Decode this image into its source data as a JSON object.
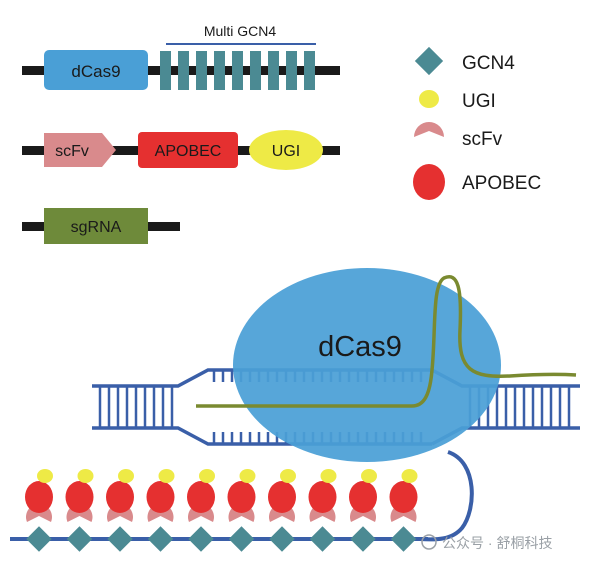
{
  "constructs": {
    "dcas9_label": "dCas9",
    "multi_gcn4_label": "Multi GCN4",
    "scfv_label": "scFv",
    "apobec_label": "APOBEC",
    "ugi_label": "UGI",
    "sgrna_label": "sgRNA"
  },
  "legend": {
    "gcn4": "GCN4",
    "ugi": "UGI",
    "scfv": "scFv",
    "apobec": "APOBEC"
  },
  "complex": {
    "dcas9_label": "dCas9"
  },
  "watermark": "公众号 · 舒桐科技",
  "colors": {
    "dcas9": "#4a9fd6",
    "gcn4": "#4b8a93",
    "scfv": "#d98a8c",
    "apobec": "#e53030",
    "ugi": "#eeea46",
    "sgrna": "#6e8a3a",
    "dna": "#3a5fa8",
    "rna": "#7a8a30",
    "backbone": "#1a1a1a"
  },
  "counts": {
    "gcn4_repeats_construct": 9,
    "array_units": 10
  }
}
